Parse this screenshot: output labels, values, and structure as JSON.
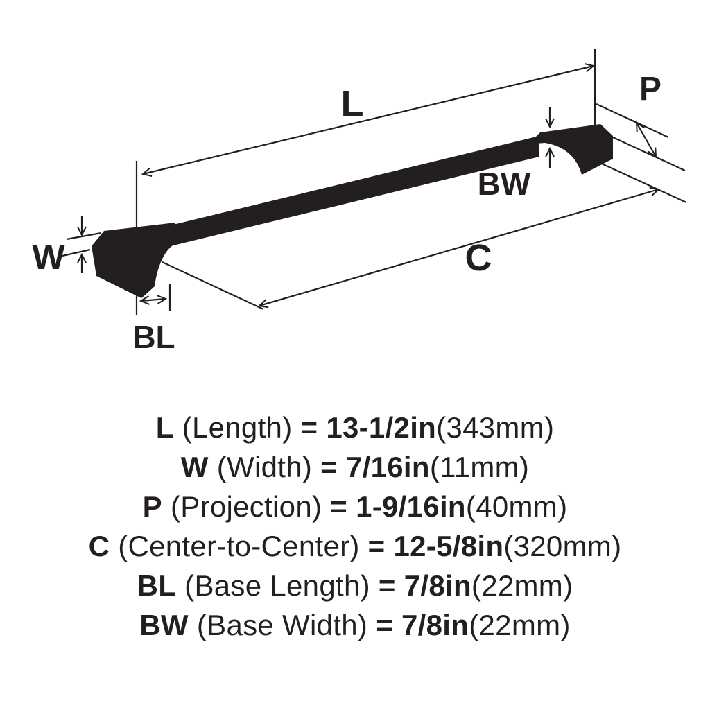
{
  "colors": {
    "ink": "#231f20",
    "background": "#ffffff"
  },
  "diagram": {
    "description": "appliance-pull-dimension-diagram",
    "labels": {
      "L": "L",
      "W": "W",
      "P": "P",
      "C": "C",
      "BL": "BL",
      "BW": "BW"
    }
  },
  "specs": {
    "rows": [
      {
        "code": "L",
        "name": "(Length)",
        "eq": "=",
        "value": "13-1/2in",
        "metric": "(343mm)"
      },
      {
        "code": "W",
        "name": "(Width)",
        "eq": "=",
        "value": "7/16in",
        "metric": "(11mm)"
      },
      {
        "code": "P",
        "name": "(Projection)",
        "eq": "=",
        "value": "1-9/16in",
        "metric": "(40mm)"
      },
      {
        "code": "C",
        "name": "(Center-to-Center)",
        "eq": "=",
        "value": "12-5/8in",
        "metric": "(320mm)"
      },
      {
        "code": "BL",
        "name": "(Base Length)",
        "eq": "=",
        "value": "7/8in",
        "metric": "(22mm)"
      },
      {
        "code": "BW",
        "name": "(Base Width)",
        "eq": "=",
        "value": "7/8in",
        "metric": "(22mm)"
      }
    ]
  }
}
